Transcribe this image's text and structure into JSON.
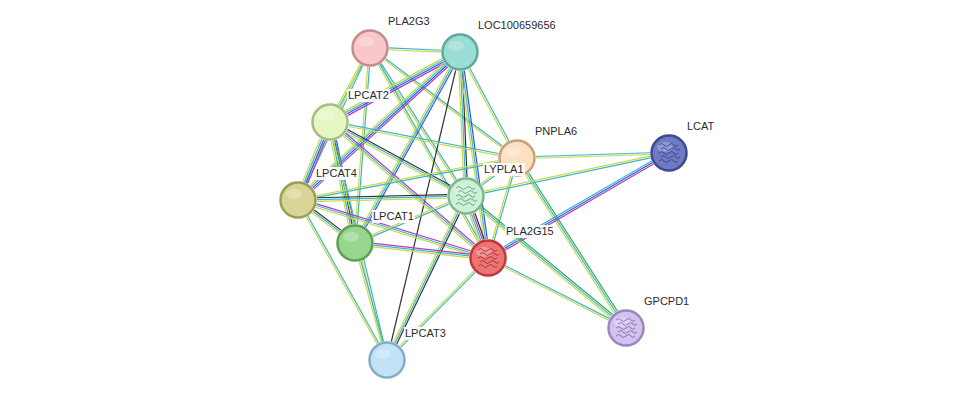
{
  "diagram": {
    "nodes": [
      {
        "text": [
          "PLA2G3"
        ]
      },
      {
        "text": [
          "LOC100659656"
        ]
      },
      {
        "text": [
          "LPCAT2"
        ]
      },
      {
        "text": [
          "PNPLA6"
        ]
      },
      {
        "text": [
          "LCAT"
        ]
      },
      {
        "text": [
          "LPCAT4"
        ]
      },
      {
        "text": [
          "LYPLA1"
        ]
      },
      {
        "text": [
          "LPCAT1"
        ]
      },
      {
        "text": [
          "PLA2G15"
        ]
      },
      {
        "text": [
          "GPCPD1"
        ]
      },
      {
        "text": [
          "LPCAT3"
        ]
      }
    ],
    "edges": [
      {
        "from": 0,
        "to": 1,
        "arrow": "none"
      },
      {
        "from": 0,
        "to": 2,
        "arrow": "none"
      },
      {
        "from": 0,
        "to": 5,
        "arrow": "none"
      },
      {
        "from": 0,
        "to": 6,
        "arrow": "none"
      },
      {
        "from": 0,
        "to": 3,
        "arrow": "none"
      },
      {
        "from": 0,
        "to": 8,
        "arrow": "none"
      },
      {
        "from": 0,
        "to": 7,
        "arrow": "none"
      },
      {
        "from": 1,
        "to": 2,
        "arrow": "none"
      },
      {
        "from": 1,
        "to": 5,
        "arrow": "none"
      },
      {
        "from": 1,
        "to": 7,
        "arrow": "none"
      },
      {
        "from": 1,
        "to": 6,
        "arrow": "none"
      },
      {
        "from": 1,
        "to": 8,
        "arrow": "none"
      },
      {
        "from": 1,
        "to": 3,
        "arrow": "none"
      },
      {
        "from": 1,
        "to": 10,
        "arrow": "none"
      },
      {
        "from": 2,
        "to": 5,
        "arrow": "none"
      },
      {
        "from": 2,
        "to": 7,
        "arrow": "none"
      },
      {
        "from": 2,
        "to": 6,
        "arrow": "none"
      },
      {
        "from": 2,
        "to": 3,
        "arrow": "none"
      },
      {
        "from": 2,
        "to": 8,
        "arrow": "none"
      },
      {
        "from": 2,
        "to": 10,
        "arrow": "none"
      },
      {
        "from": 3,
        "to": 4,
        "arrow": "none"
      },
      {
        "from": 3,
        "to": 9,
        "arrow": "none"
      },
      {
        "from": 3,
        "to": 6,
        "arrow": "none"
      },
      {
        "from": 3,
        "to": 5,
        "arrow": "none"
      },
      {
        "from": 3,
        "to": 8,
        "arrow": "none"
      },
      {
        "from": 4,
        "to": 6,
        "arrow": "none"
      },
      {
        "from": 4,
        "to": 8,
        "arrow": "none"
      },
      {
        "from": 5,
        "to": 6,
        "arrow": "none"
      },
      {
        "from": 5,
        "to": 7,
        "arrow": "none"
      },
      {
        "from": 5,
        "to": 8,
        "arrow": "none"
      },
      {
        "from": 5,
        "to": 10,
        "arrow": "none"
      },
      {
        "from": 6,
        "to": 7,
        "arrow": "none"
      },
      {
        "from": 6,
        "to": 8,
        "arrow": "none"
      },
      {
        "from": 6,
        "to": 9,
        "arrow": "none"
      },
      {
        "from": 6,
        "to": 10,
        "arrow": "none"
      },
      {
        "from": 7,
        "to": 8,
        "arrow": "none"
      },
      {
        "from": 7,
        "to": 10,
        "arrow": "none"
      },
      {
        "from": 8,
        "to": 9,
        "arrow": "none"
      },
      {
        "from": 8,
        "to": 10,
        "arrow": "none"
      }
    ]
  }
}
